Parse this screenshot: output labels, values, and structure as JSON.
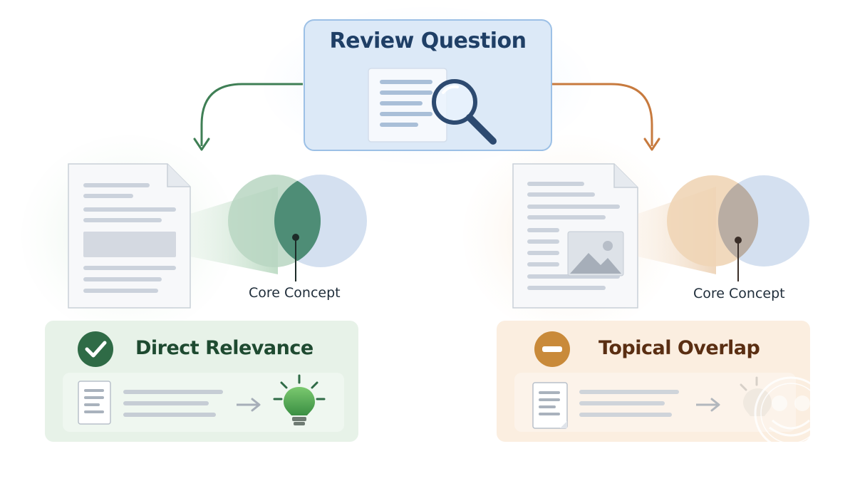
{
  "review": {
    "title": "Review Question"
  },
  "left": {
    "label": "Direct Relevance",
    "concept_label": "Core Concept",
    "status_icon": "check-circle-icon",
    "accent": "#3b7a57"
  },
  "right": {
    "label": "Topical Overlap",
    "concept_label": "Core Concept",
    "status_icon": "minus-circle-icon",
    "accent": "#c98a3a"
  },
  "colors": {
    "review_box": "#dce9f7",
    "review_border": "#9cc0e6",
    "green_arrow": "#3f7f55",
    "orange_arrow": "#c77a3e",
    "doc_line": "#cbd2dc",
    "venn_blue": "#c9d8ec",
    "venn_green": "#b9d6c2",
    "venn_orange": "#efd5b6"
  }
}
